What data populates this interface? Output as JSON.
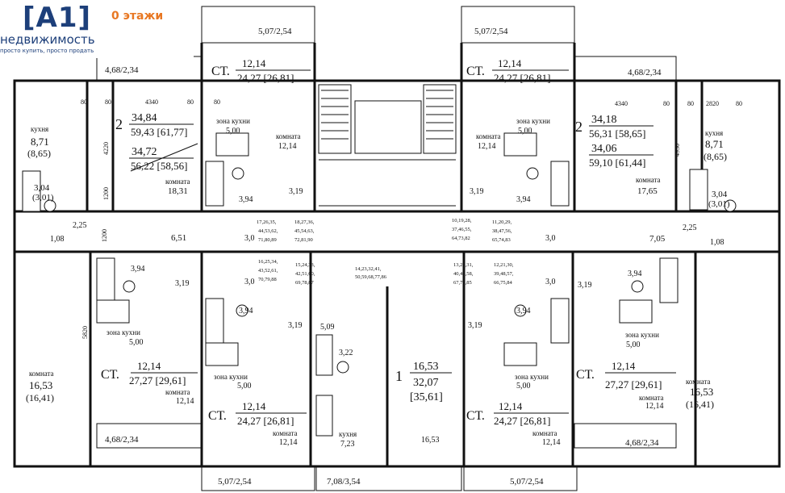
{
  "brand": {
    "logo": "[A1]",
    "name": "недвижимость",
    "tagline": "просто купить, просто продать"
  },
  "floor_label": "0 этажи",
  "balconies": {
    "top_left": "5,07/2,54",
    "top_right": "5,07/2,54",
    "side_top_left": "4,68/2,34",
    "side_top_right": "4,68/2,34",
    "side_bottom_left": "4,68/2,34",
    "side_bottom_right": "4,68/2,34",
    "bottom_left": "5,07/2,54",
    "bottom_center": "7,08/3,54",
    "bottom_right": "5,07/2,54"
  },
  "dims": {
    "d4340_l": "4340",
    "d4340_r": "4340",
    "d2820": "2820",
    "d80a": "80",
    "d80b": "80",
    "d80c": "80",
    "d80d": "80",
    "d80e": "80",
    "d80f": "80",
    "d80g": "80",
    "d4220": "4220",
    "d4930": "4930",
    "d1200a": "1200",
    "d1200b": "1200",
    "d5820": "5820"
  },
  "apartments": {
    "tl2": {
      "rooms": "2",
      "a1": "34,84",
      "a2": "59,43 [61,77]",
      "b1": "34,72",
      "b2": "56,22 [58,56]"
    },
    "tr2": {
      "rooms": "2",
      "a1": "34,18",
      "a2": "56,31 [58,65]",
      "b1": "34,06",
      "b2": "59,10 [61,44]"
    },
    "st_tl": {
      "prefix": "СТ.",
      "a1": "12,14",
      "a2": "24,27 [26,81]"
    },
    "st_tr": {
      "prefix": "СТ.",
      "a1": "12,14",
      "a2": "24,27 [26,81]"
    },
    "st_ml": {
      "prefix": "СТ.",
      "a1": "12,14",
      "a2": "27,27 [29,61]"
    },
    "st_mr": {
      "prefix": "СТ.",
      "a1": "12,14",
      "a2": "27,27 [29,61]"
    },
    "st_bl": {
      "prefix": "СТ.",
      "a1": "12,14",
      "a2": "24,27 [26,81]"
    },
    "st_br": {
      "prefix": "СТ.",
      "a1": "12,14",
      "a2": "24,27 [26,81]"
    },
    "one": {
      "rooms": "1",
      "a1": "16,53",
      "a2": "32,07",
      "a3": "[35,61]"
    }
  },
  "rooms": {
    "kitchen_word": "кухня",
    "room_word": "комната",
    "kitchen_zone": "зона кухни",
    "tl_kitchen_val": "8,71",
    "tl_kitchen_alt": "(8,65)",
    "tr_kitchen_val": "8,71",
    "tr_kitchen_alt": "(8,65)",
    "tl_room_val": "18,31",
    "tr_room_val": "17,65",
    "tl_bath": "3,04",
    "tl_bath_alt": "(3,01)",
    "tr_bath": "3,04",
    "tr_bath_alt": "(3,01)",
    "wc_l": "1,08",
    "wc_r": "1,08",
    "hall_l": "2,25",
    "hall_r": "2,25",
    "corr_l": "6,51",
    "corr_r": "7,05",
    "st_room": "12,14",
    "zone_val": "5,00",
    "bath_394": "3,94",
    "hall_319": "3,19",
    "corr_30": "3,0",
    "lobby_bath": "5,09",
    "lobby_wc": "3,22",
    "bl_room": "16,53",
    "bl_room_alt": "(16,41)",
    "br_room": "16,53",
    "br_room_alt": "(16,41)",
    "one_room": "16,53",
    "kitchen_723": "7,23"
  },
  "flat_numbers": {
    "n1": "17,26,35,",
    "n1b": "44,53,62,",
    "n1c": "71,80,89",
    "n2": "18,27,36,",
    "n2b": "45,54,63,",
    "n2c": "72,81,90",
    "n3": "10,19,28,",
    "n3b": "37,46,55,",
    "n3c": "64,73,82",
    "n4": "11,20,29,",
    "n4b": "38,47,56,",
    "n4c": "65,74,83",
    "n5": "16,25,34,",
    "n5b": "43,52,61,",
    "n5c": "70,79,88",
    "n6": "15,24,33,",
    "n6b": "42,51,60,",
    "n6c": "69,78,87",
    "n7": "14,23,32,41,",
    "n7b": "50,59,68,77,86",
    "n8": "13,22,31,",
    "n8b": "40,49,58,",
    "n8c": "67,76,85",
    "n9": "12,21,30,",
    "n9b": "39,48,57,",
    "n9c": "66,75,84"
  }
}
